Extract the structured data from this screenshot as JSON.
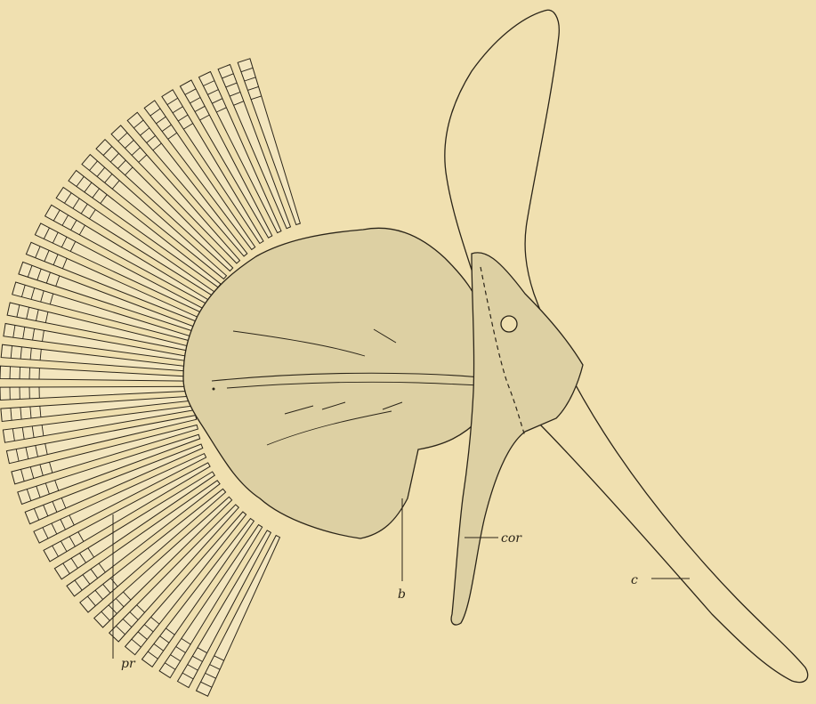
{
  "figure": {
    "background": "#f0e0b0",
    "ink_color": "#2b2519",
    "cartilage_fill": "#ddd0a3",
    "labels": {
      "pr": "pr",
      "b": "b",
      "cor": "cor",
      "c": "c"
    },
    "radial_count": 40
  }
}
